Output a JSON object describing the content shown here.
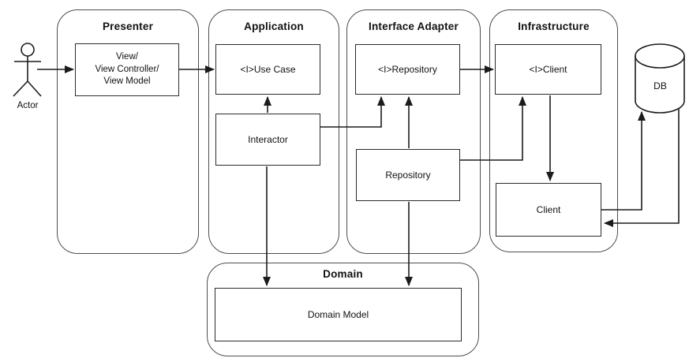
{
  "actor": {
    "label": "Actor"
  },
  "containers": {
    "presenter": {
      "title": "Presenter"
    },
    "application": {
      "title": "Application"
    },
    "interface_adapter": {
      "title": "Interface Adapter"
    },
    "infrastructure": {
      "title": "Infrastructure"
    },
    "domain": {
      "title": "Domain"
    }
  },
  "nodes": {
    "view": {
      "line1": "View/",
      "line2": "View Controller/",
      "line3": "View Model"
    },
    "use_case": {
      "label": "<I>Use Case"
    },
    "interactor": {
      "label": "Interactor"
    },
    "interface_repository": {
      "label": "<I>Repository"
    },
    "repository": {
      "label": "Repository"
    },
    "interface_client": {
      "label": "<I>Client"
    },
    "client": {
      "label": "Client"
    },
    "domain_model": {
      "label": "Domain Model"
    },
    "db": {
      "label": "DB"
    }
  },
  "edges": [
    {
      "from": "Actor",
      "to": "View/View Controller/View Model"
    },
    {
      "from": "View/View Controller/View Model",
      "to": "<I>Use Case"
    },
    {
      "from": "Interactor",
      "to": "<I>Use Case"
    },
    {
      "from": "Interactor",
      "to": "<I>Repository"
    },
    {
      "from": "Interactor",
      "to": "Domain Model"
    },
    {
      "from": "Repository",
      "to": "<I>Repository"
    },
    {
      "from": "Repository",
      "to": "<I>Client"
    },
    {
      "from": "Repository",
      "to": "Domain Model"
    },
    {
      "from": "<I>Repository",
      "to": "<I>Client"
    },
    {
      "from": "<I>Client",
      "to": "Client"
    },
    {
      "from": "Client",
      "to": "DB"
    },
    {
      "from": "DB",
      "to": "Client"
    }
  ],
  "colors": {
    "background": "#ffffff",
    "line": "#1c1c1c",
    "box_border": "#2b2b2b",
    "container_border": "#4d4d4d",
    "text": "#111111"
  }
}
